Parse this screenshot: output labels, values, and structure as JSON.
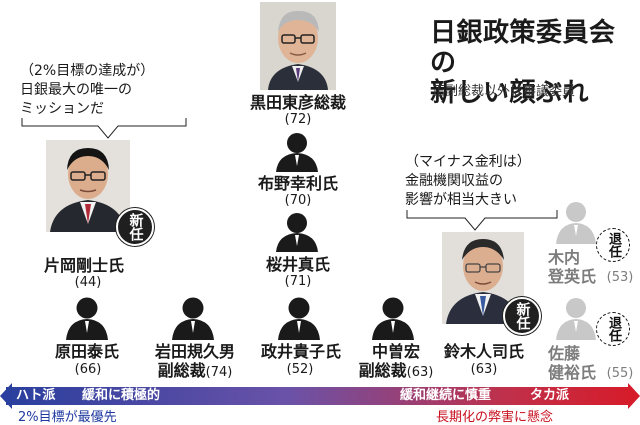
{
  "title_lines": [
    "日銀政策委員会の",
    "新しい顔ぶれ"
  ],
  "subtitle": "正副総裁以外は審議委員",
  "quotes": {
    "kataoka": [
      "（2%目標の達成が）",
      "日銀最大の唯一の",
      "ミッションだ"
    ],
    "suzuki": [
      "（マイナス金利は）",
      "金融機関収益の",
      "影響が相当大きい"
    ]
  },
  "badges": {
    "new": "新任",
    "retire": "退任"
  },
  "members": {
    "kuroda": {
      "name": "黒田東彦総裁",
      "age": "(72)"
    },
    "nunou": {
      "name": "布野幸利氏",
      "age": "(70)"
    },
    "sakurai": {
      "name": "桜井真氏",
      "age": "(71)"
    },
    "kataoka": {
      "name": "片岡剛士氏",
      "age": "(44)"
    },
    "harada": {
      "name": "原田泰氏",
      "age": "(66)"
    },
    "iwata": {
      "name_lines": [
        "岩田規久男",
        "副総裁"
      ],
      "age": "(74)"
    },
    "masai": {
      "name": "政井貴子氏",
      "age": "(52)"
    },
    "nakaso": {
      "name_lines": [
        "中曽宏",
        "副総裁"
      ],
      "age": "(63)"
    },
    "suzuki": {
      "name": "鈴木人司氏",
      "age": "(63)"
    },
    "kiuchi": {
      "name_lines": [
        "木内",
        "登英氏"
      ],
      "age": "(53)"
    },
    "sato": {
      "name_lines": [
        "佐藤",
        "健裕氏"
      ],
      "age": "(55)"
    }
  },
  "spectrum": {
    "left_label": "ハト派",
    "left_desc": "緩和に積極的",
    "right_desc": "緩和継続に慎重",
    "right_label": "タカ派",
    "left_note": "2%目標が最優先",
    "right_note": "長期化の弊害に懸念"
  },
  "colors": {
    "dove": "#2a3f9e",
    "hawk": "#d61c2a",
    "retired": "#7d7d7d",
    "right_note": "#c8101e",
    "left_note": "#1f3aa0"
  }
}
